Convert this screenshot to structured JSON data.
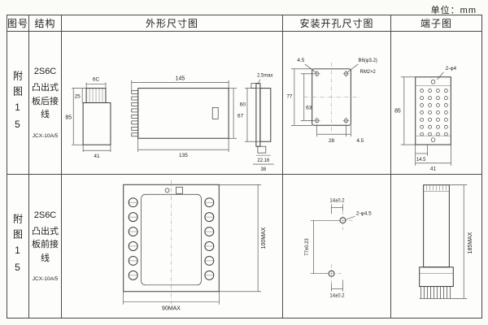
{
  "page": {
    "unit_label": "单位：mm"
  },
  "table": {
    "headers": {
      "fig": "图号",
      "structure": "结构",
      "outline": "外形尺寸图",
      "mounting": "安装开孔尺寸图",
      "terminal": "端子图"
    }
  },
  "rows": [
    {
      "fig_no": "附图15",
      "type": "2S6C",
      "desc": "凸出式板后接线",
      "model": "JCX-10A/5",
      "outline": {
        "top_width": "6C",
        "top_height": "25",
        "side_height": "85",
        "side_width": "41",
        "total_length": "145",
        "case_length": "135",
        "case_height": "67",
        "flange": "2.5max",
        "panel_height": "60",
        "depth1": "22.16",
        "depth2": "38"
      },
      "mounting": {
        "corner_offset": "4.5",
        "hole_spec": "B6(φ3.2)",
        "screw_spec": "RM2×2",
        "outer_height": "77",
        "hole_height": "63",
        "hole_width": "28",
        "edge_offset": "4.5"
      },
      "terminal": {
        "holes": "2-φ4",
        "height": "85",
        "pitch": "14.5",
        "width": "41"
      }
    },
    {
      "fig_no": "附图15",
      "type": "2S6C",
      "desc": "凸出式板前接线",
      "model": "JCX-10A/5",
      "outline": {
        "width": "90MAX",
        "height": "100MAX"
      },
      "mounting": {
        "offset_top": "14±0.2",
        "holes": "2-φ4.5",
        "vertical": "77±0.23",
        "offset_bottom": "14±0.2"
      },
      "terminal": {
        "height": "185MAX"
      }
    }
  ]
}
